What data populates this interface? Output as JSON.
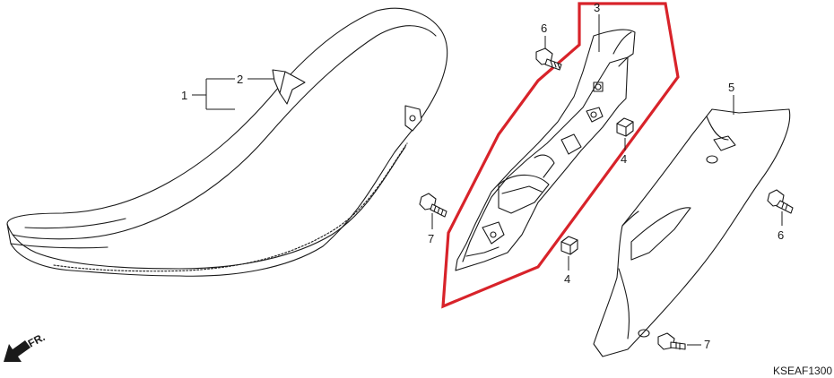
{
  "callouts": {
    "seat_1": "1",
    "seat_strap_2": "2",
    "shroud_3": "3",
    "nut_4_upper": "4",
    "nut_4_lower": "4",
    "side_cover_5": "5",
    "bolt_6_left": "6",
    "bolt_6_right": "6",
    "bolt_7_left": "7",
    "bolt_7_lower": "7"
  },
  "front_arrow_label": "FR.",
  "diagram_code": "KSEAF1300",
  "colors": {
    "line": "#1a1a1a",
    "highlight": "#d8232a",
    "background": "#ffffff"
  },
  "icons": {
    "front_direction": "arrow-down-left-icon"
  }
}
